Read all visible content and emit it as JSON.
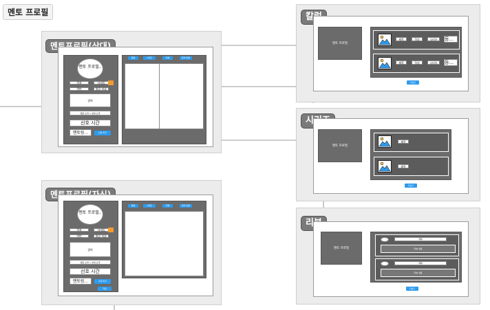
{
  "page_title": "멘토 프로필",
  "profile_public": {
    "tag": "멘토프로필(상대)",
    "avatar_text": "멘토 프로필..",
    "row1": [
      "학과",
      "닉네임"
    ],
    "row2": [
      "학번",
      "평균 리뷰"
    ],
    "career": "경력",
    "small_field": "멘토 소개 + 상세 소개",
    "preferred_time": "선호 시간",
    "bottom_label": "멘토링...",
    "bottom_button": "신청 하기",
    "tabs": [
      "칼럼",
      "시리즈",
      "리뷰",
      "문의 답변"
    ]
  },
  "profile_self": {
    "tag": "멘토프로필(자신)",
    "avatar_text": "멘토 프로필..",
    "row1": [
      "학과",
      "닉네임"
    ],
    "row2": [
      "학번",
      "평균 리뷰"
    ],
    "career": "경력",
    "small_field": "멘토 소개 + 상세 소개",
    "preferred_time": "선호 시간",
    "bottom_label": "멘토링...",
    "bottom_button": "수정 하기",
    "extra_button": "저장",
    "tabs": [
      "칼럼",
      "시리즈",
      "리뷰",
      "문의 답변"
    ]
  },
  "column": {
    "tag": "칼럼",
    "profile_label": "멘토 프로필",
    "item_fields": [
      "제목",
      "작성",
      "시리즈",
      "등..."
    ],
    "more_button": "더보기"
  },
  "series": {
    "tag": "시리즈",
    "profile_label": "멘토 프로필",
    "item_field": "제목",
    "more_button": "더보기"
  },
  "review": {
    "tag": "리뷰",
    "profile_label": "멘토 프로필",
    "item_title": "제목",
    "item_body": "리뷰 내용",
    "more_button": "더보기"
  }
}
